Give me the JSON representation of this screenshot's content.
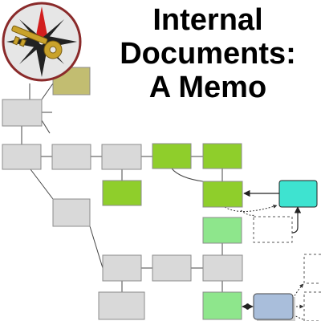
{
  "title_lines": [
    "Internal",
    "Documents:",
    "A Memo"
  ],
  "logo": {
    "name": "compass-key-logo",
    "icon": "compass-rose-with-key",
    "colors": {
      "ring": "#8a2a2a",
      "face": "#e6e6e6",
      "needle_north": "#d21e1e",
      "needle_other": "#222222",
      "key": "#c9a22b"
    }
  },
  "colors": {
    "gray_box": "#d9d9d9",
    "gray_stroke": "#8c8c8c",
    "olive_box": "#c2bd71",
    "green_box": "#8fce2b",
    "light_green_box": "#8ee68c",
    "cyan_box": "#3ee3d0",
    "blue_box": "#a9bedb",
    "connector": "#444444",
    "dashed_stroke": "#555555"
  },
  "nodes": [
    {
      "name": "olive-box",
      "type": "olive"
    },
    {
      "name": "gray-box-root",
      "type": "gray"
    },
    {
      "name": "gray-box-row1-a",
      "type": "gray"
    },
    {
      "name": "gray-box-row1-b",
      "type": "gray"
    },
    {
      "name": "gray-box-row1-c",
      "type": "gray"
    },
    {
      "name": "green-box-row1-d",
      "type": "green"
    },
    {
      "name": "green-box-row1-e",
      "type": "green"
    },
    {
      "name": "green-box-row2-a",
      "type": "green"
    },
    {
      "name": "green-box-row2-b",
      "type": "green"
    },
    {
      "name": "cyan-box",
      "type": "cyan"
    },
    {
      "name": "dashed-box-right",
      "type": "dashed"
    },
    {
      "name": "gray-box-branch",
      "type": "gray"
    },
    {
      "name": "light-green-box-upper",
      "type": "light-green"
    },
    {
      "name": "gray-box-row3-a",
      "type": "gray"
    },
    {
      "name": "gray-box-row3-b",
      "type": "gray"
    },
    {
      "name": "gray-box-row3-c",
      "type": "gray"
    },
    {
      "name": "gray-box-row4-a",
      "type": "gray"
    },
    {
      "name": "light-green-box-lower",
      "type": "light-green"
    },
    {
      "name": "blue-box",
      "type": "blue"
    },
    {
      "name": "dashed-box-edge-top",
      "type": "dashed"
    },
    {
      "name": "dashed-box-edge-bottom",
      "type": "dashed"
    }
  ]
}
